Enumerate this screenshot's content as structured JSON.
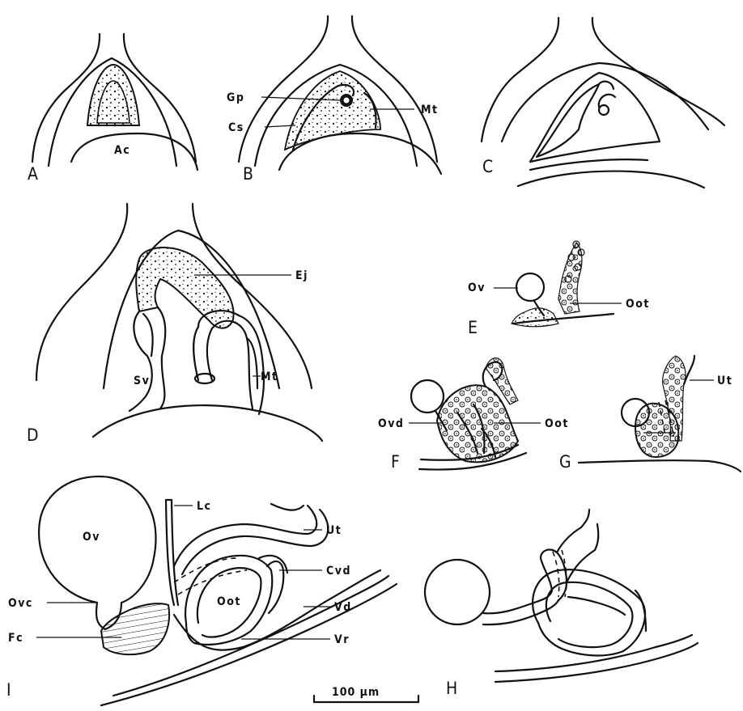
{
  "panels": {
    "A": {
      "letter": "A",
      "labels": {
        "ac": "Ac"
      }
    },
    "B": {
      "letter": "B",
      "labels": {
        "gp": "Gp",
        "cs": "Cs",
        "mt": "Mt"
      }
    },
    "C": {
      "letter": "C"
    },
    "D": {
      "letter": "D",
      "labels": {
        "ej": "Ej",
        "sv": "Sv",
        "mt": "Mt"
      }
    },
    "E": {
      "letter": "E",
      "labels": {
        "ov": "Ov",
        "oot": "Oot"
      }
    },
    "F": {
      "letter": "F",
      "labels": {
        "ovd": "Ovd",
        "oot": "Oot"
      }
    },
    "G": {
      "letter": "G",
      "labels": {
        "ut": "Ut"
      }
    },
    "H": {
      "letter": "H"
    },
    "I": {
      "letter": "I",
      "labels": {
        "ov": "Ov",
        "lc": "Lc",
        "ut": "Ut",
        "cvd": "Cvd",
        "ovc": "Ovc",
        "oot": "Oot",
        "vd": "Vd",
        "fc": "Fc",
        "vr": "Vr"
      }
    }
  },
  "scale_bar": {
    "label": "100 µm"
  }
}
